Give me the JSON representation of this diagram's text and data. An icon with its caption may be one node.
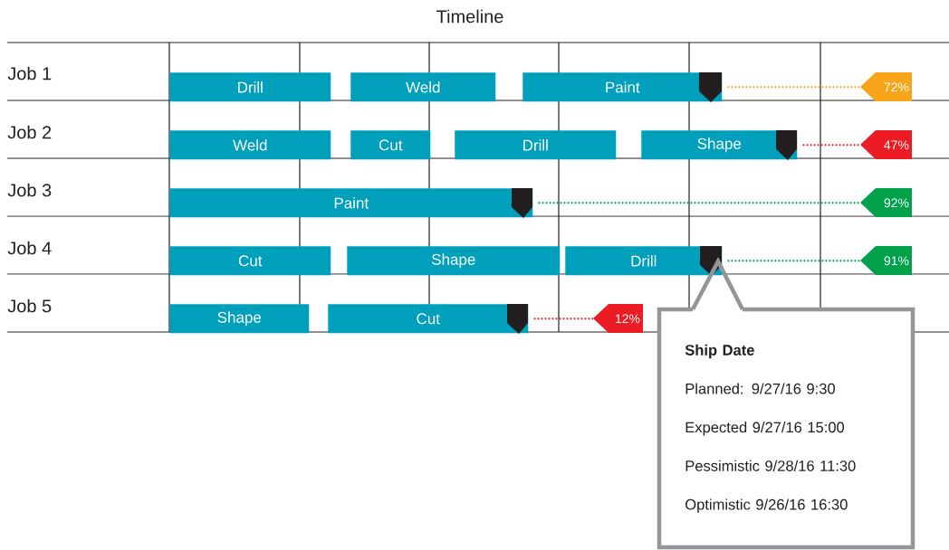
{
  "diagram": {
    "title": "Timeline",
    "nodes": [
      {
        "text": [
          "Drill"
        ]
      },
      {
        "text": [
          "Weld"
        ]
      },
      {
        "text": [
          "Paint"
        ]
      },
      {
        "text": [],
        "shape": "marker",
        "in": 2
      },
      {
        "text": [
          "72%"
        ]
      },
      {
        "text": [
          "Weld"
        ]
      },
      {
        "text": [
          "Cut"
        ]
      },
      {
        "text": [
          "Drill"
        ]
      },
      {
        "text": [
          "Shape"
        ]
      },
      {
        "text": [],
        "shape": "marker",
        "in": 8
      },
      {
        "text": [
          "47%"
        ]
      },
      {
        "text": [
          "Paint"
        ]
      },
      {
        "text": [],
        "shape": "marker",
        "in": 11
      },
      {
        "text": [
          "92%"
        ]
      },
      {
        "text": [
          "Cut"
        ]
      },
      {
        "text": [
          "Shape"
        ]
      },
      {
        "text": [
          "Drill"
        ]
      },
      {
        "text": [],
        "shape": "marker",
        "in": 16
      },
      {
        "text": [
          "91%"
        ]
      },
      {
        "text": [
          "Shape"
        ]
      },
      {
        "text": [
          "Cut"
        ]
      },
      {
        "text": [],
        "shape": "marker",
        "in": 20
      },
      {
        "text": [
          "12%"
        ]
      },
      {
        "text": [
          "Ship Date",
          "Planned:  9/27/16  9:30",
          "Expected  9/27/16  15:00",
          "Pessimistic  9/28/16 11:30",
          "Optimistic  9/26/16  16:30"
        ]
      }
    ],
    "edges": [
      {
        "from": 3,
        "to": 4,
        "arrow": "none",
        "style": "dashed",
        "color": "#f9a51a"
      },
      {
        "from": 9,
        "to": 10,
        "arrow": "none",
        "style": "dashed",
        "color": "#ed1c24"
      },
      {
        "from": 12,
        "to": 13,
        "arrow": "none",
        "style": "dashed",
        "color": "#00a14b"
      },
      {
        "from": 17,
        "to": 18,
        "arrow": "none",
        "style": "dashed",
        "color": "#00a14b"
      },
      {
        "from": 21,
        "to": 22,
        "arrow": "none",
        "style": "dashed",
        "color": "#ed1c24"
      },
      {
        "from": 23,
        "to": 17,
        "arrow": "none",
        "style": "thick",
        "color": "#939598"
      }
    ],
    "labels": [
      "Job 1",
      "Job 2",
      "Job 3",
      "Job 4",
      "Job 5"
    ]
  }
}
